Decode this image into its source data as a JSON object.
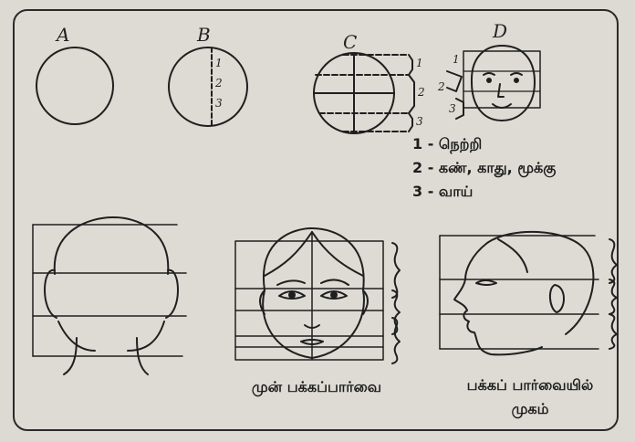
{
  "panels": {
    "a": {
      "letter": "A"
    },
    "b": {
      "letter": "B",
      "marks": [
        "1",
        "2",
        "3"
      ]
    },
    "c": {
      "letter": "C",
      "marks": [
        "1",
        "2",
        "3"
      ]
    },
    "d": {
      "letter": "D",
      "marks": [
        "1",
        "2",
        "3"
      ]
    }
  },
  "legend": [
    "1 - நெற்றி",
    "2 - கண், காது, மூக்கு",
    "3 - வாய்"
  ],
  "captions": {
    "front": "முன் பக்கப்பார்வை",
    "side_line1": "பக்கப் பார்வையில்",
    "side_line2": "முகம்"
  },
  "colors": {
    "ink": "#1f1f1f",
    "paper": "#dddbd4"
  }
}
